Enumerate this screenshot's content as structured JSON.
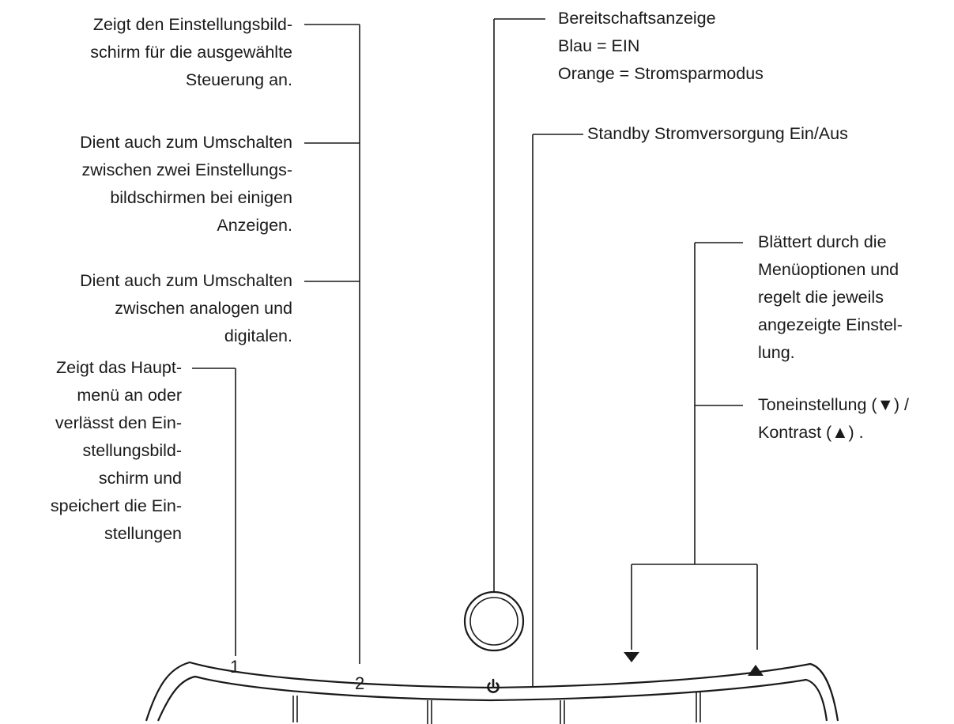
{
  "left_annotations": {
    "settings_screen": [
      "Zeigt den Einstellungsbild-",
      "schirm für die ausgewählte",
      "Steuerung an."
    ],
    "toggle_screens": [
      "Dient auch zum Umschalten",
      "zwischen zwei Einstellungs-",
      "bildschirmen bei einigen",
      "Anzeigen."
    ],
    "toggle_analog_digital": [
      "Dient auch zum Umschalten",
      "zwischen analogen und",
      "digitalen."
    ],
    "main_menu": [
      "Zeigt das Haupt-",
      "menü an oder",
      "verlässt den Ein-",
      "stellungsbild-",
      "schirm und",
      "speichert die Ein-",
      "stellungen"
    ]
  },
  "right_annotations": {
    "standby_indicator": [
      "Bereitschaftsanzeige",
      "Blau = EIN",
      "Orange = Stromsparmodus"
    ],
    "standby_power": [
      "Standby Stromversorgung Ein/Aus"
    ],
    "menu_scroll": [
      "Blättert durch die",
      "Menüoptionen und",
      "regelt die jeweils",
      "angezeigte Einstel-",
      "lung."
    ],
    "tone_contrast": [
      "Toneinstellung (▼) /",
      "Kontrast  (▲) ."
    ]
  },
  "buttons": {
    "button_1": "1",
    "button_2": "2",
    "power_symbol": "power-icon",
    "down": "▼",
    "up": "▲"
  },
  "colors": {
    "line": "#1a1a1a",
    "background": "#ffffff"
  }
}
